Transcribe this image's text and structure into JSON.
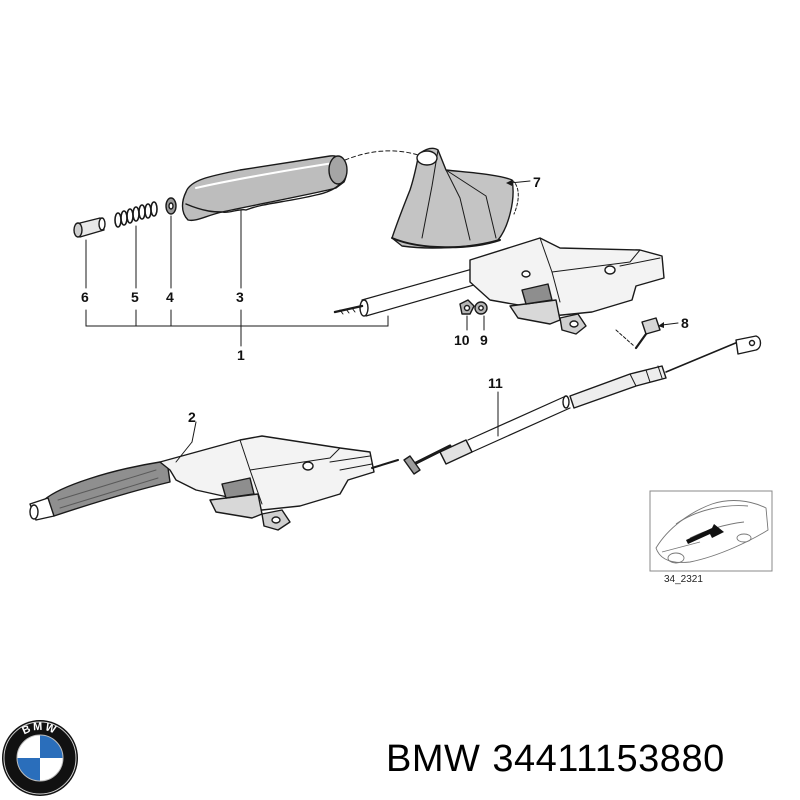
{
  "diagram": {
    "callouts": [
      {
        "id": "c1",
        "label": "1"
      },
      {
        "id": "c2",
        "label": "2"
      },
      {
        "id": "c3",
        "label": "3"
      },
      {
        "id": "c4",
        "label": "4"
      },
      {
        "id": "c5",
        "label": "5"
      },
      {
        "id": "c6",
        "label": "6"
      },
      {
        "id": "c7",
        "label": "7"
      },
      {
        "id": "c8",
        "label": "8"
      },
      {
        "id": "c9",
        "label": "9"
      },
      {
        "id": "c10",
        "label": "10"
      },
      {
        "id": "c11",
        "label": "11"
      }
    ],
    "inset_reference": "34_2321"
  },
  "brand": {
    "logo_text": "BMW",
    "name": "BMW",
    "part_number": "34411153880"
  },
  "colors": {
    "line": "#1a1a1a",
    "fill_light": "#f2f2f2",
    "fill_grey": "#b8b8b8",
    "fill_dark": "#6e6e6e",
    "logo_blue": "#2a6ebb",
    "logo_black": "#111111"
  }
}
